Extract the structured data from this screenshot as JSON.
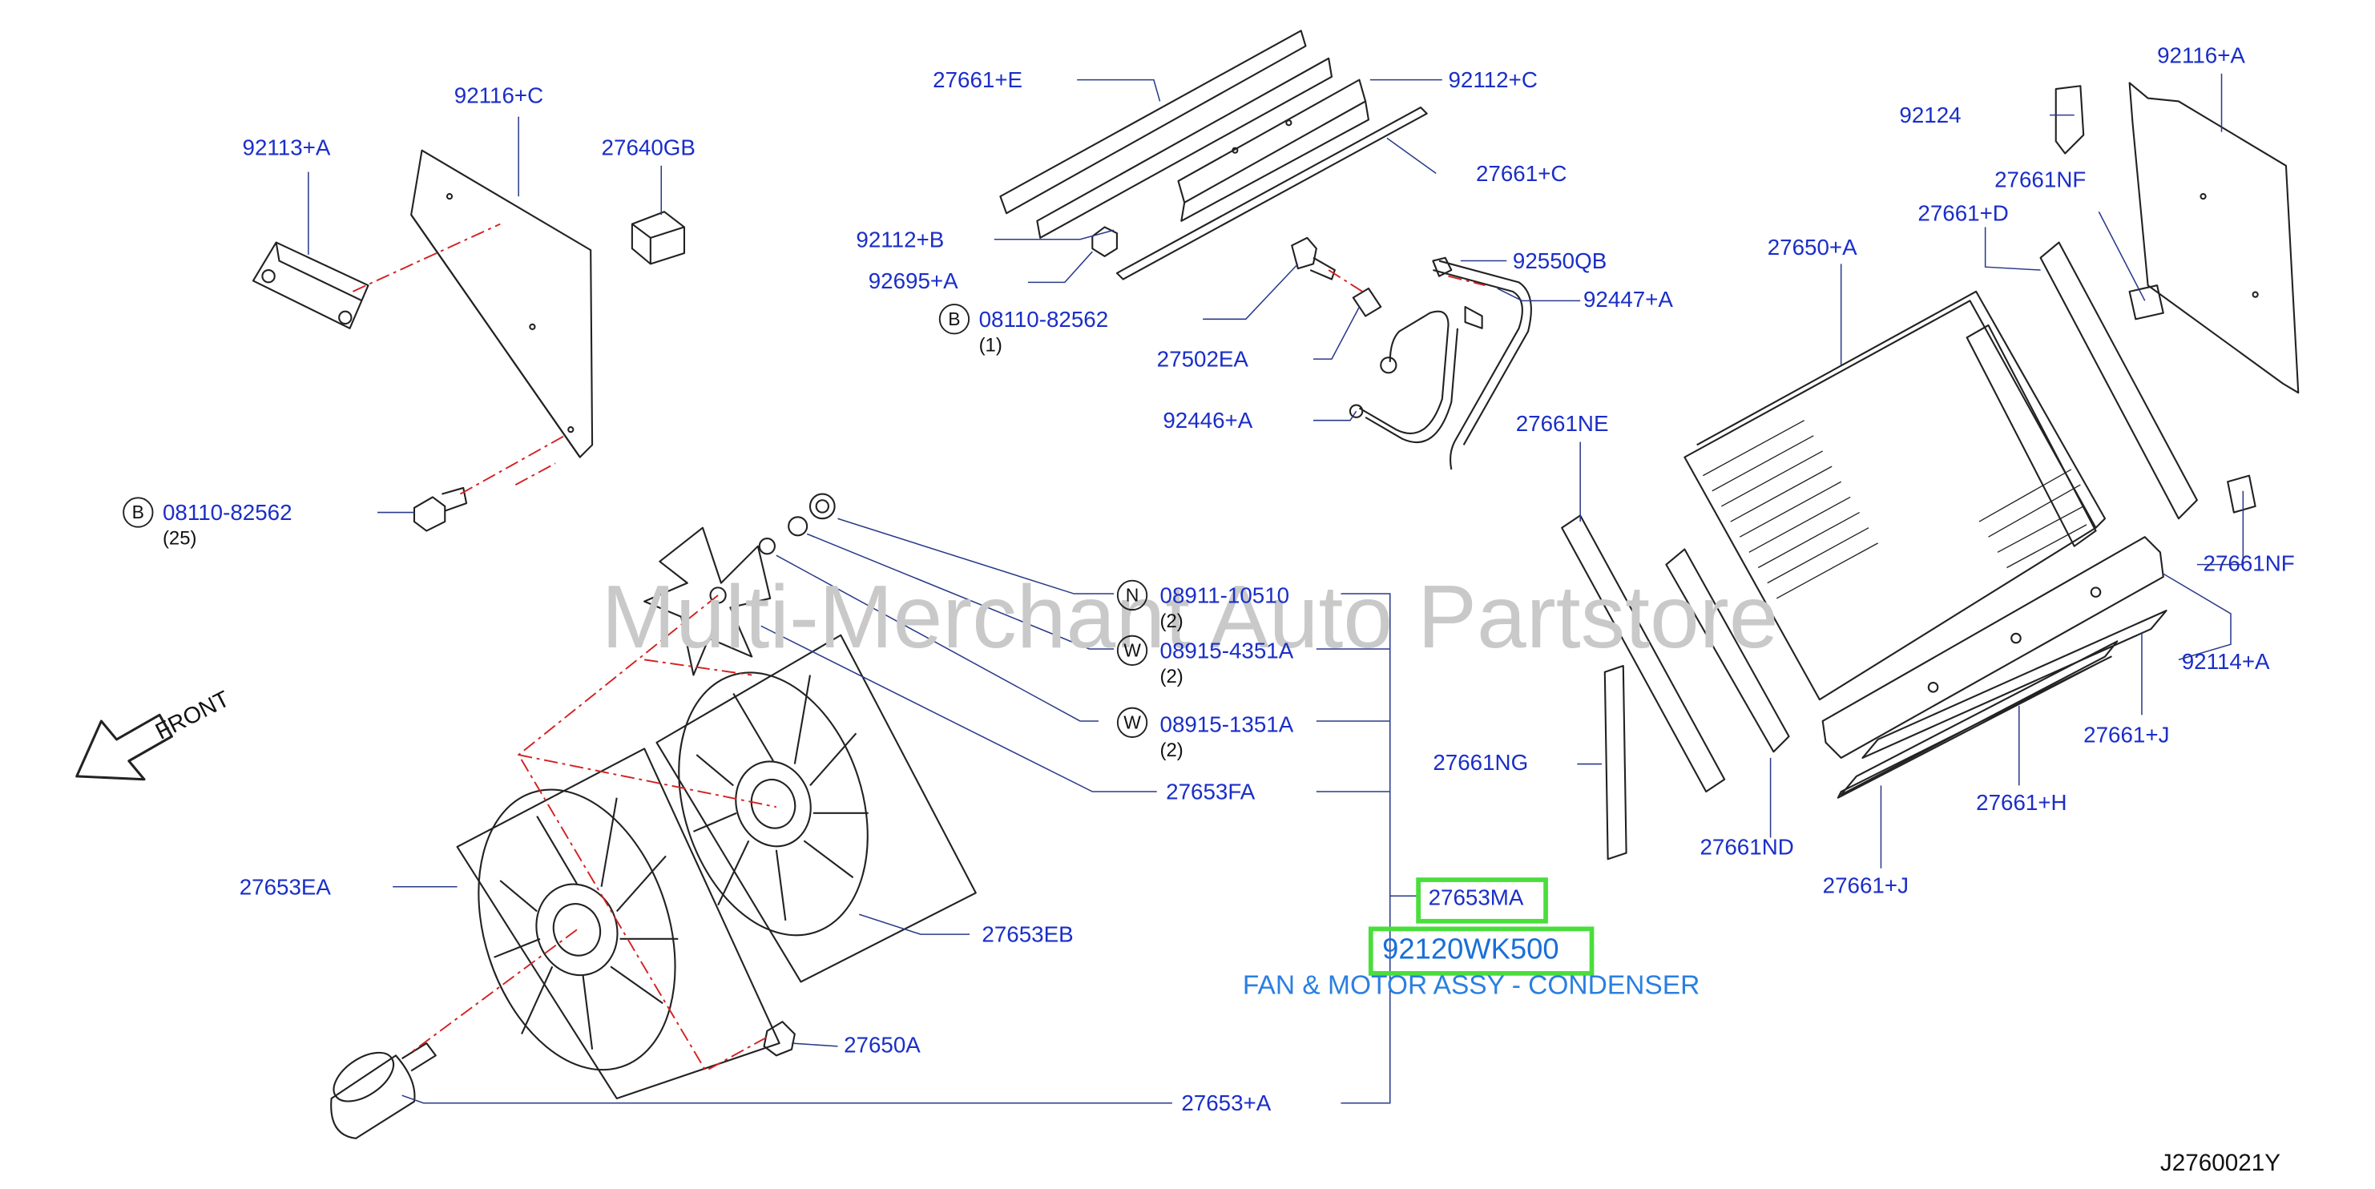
{
  "watermark": "Multi-Merchant Auto Partstore",
  "front_label": "FRONT",
  "ref_code": "J2760021Y",
  "highlight": {
    "part_number": "92120WK500",
    "sub_part": "27653MA",
    "description": "FAN & MOTOR ASSY - CONDENSER"
  },
  "parts": {
    "p92113A": "92113+A",
    "p92116C": "92116+C",
    "p27640GB": "27640GB",
    "p27661E": "27661+E",
    "p92112C": "92112+C",
    "p27661C": "27661+C",
    "p92112B": "92112+B",
    "p92695A": "92695+A",
    "p08110_top": "08110-82562",
    "q08110_top": "(1)",
    "p27502EA": "27502EA",
    "p92550QB": "92550QB",
    "p92447A": "92447+A",
    "p92446A": "92446+A",
    "p92124": "92124",
    "p92116A": "92116+A",
    "p27661NF_top": "27661NF",
    "p27661D": "27661+D",
    "p27650A_cond": "27650+A",
    "p27661NE": "27661NE",
    "p27661NF_right": "27661NF",
    "p92114A": "92114+A",
    "p27661J_right": "27661+J",
    "p27661H": "27661+H",
    "p27661J_bottom": "27661+J",
    "p27661NG": "27661NG",
    "p27661ND": "27661ND",
    "p08110_left": "08110-82562",
    "q08110_left": "(25)",
    "p08911": "08911-10510",
    "q08911": "(2)",
    "p08915_4351A": "08915-4351A",
    "q08915_4351A": "(2)",
    "p08915_1351A": "08915-1351A",
    "q08915_1351A": "(2)",
    "p27653FA": "27653FA",
    "p27653EA": "27653EA",
    "p27653EB": "27653EB",
    "p27650A_nut": "27650A",
    "p27653A": "27653+A"
  },
  "callouts": {
    "bolt_top": "B",
    "bolt_left": "B",
    "nut": "N",
    "washer_1": "W",
    "washer_2": "W"
  },
  "colors": {
    "label_blue": "#1a2ec8",
    "highlight_green": "#4ade3c",
    "description_blue": "#2a7fe0",
    "leader_line": "#2a3a8a",
    "dash_red": "#d42020"
  }
}
